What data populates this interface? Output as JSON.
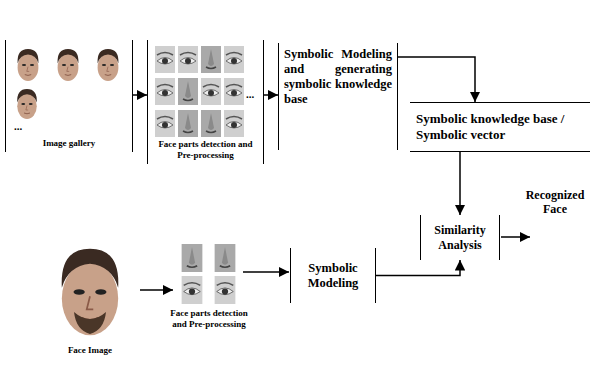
{
  "diagram": {
    "nodes": [
      {
        "text": [
          "Image gallery"
        ]
      },
      {
        "text": [
          "Face parts detection and Pre-processing"
        ]
      },
      {
        "text": [
          "Symbolic Modeling and generating symbolic knowledge base"
        ]
      },
      {
        "text": [
          "Symbolic knowledge base / Symbolic vector"
        ]
      },
      {
        "text": [
          "Similarity Analysis"
        ]
      },
      {
        "text": [
          "Symbolic Modeling"
        ]
      }
    ],
    "edges": [
      {
        "from": 0,
        "to": 1,
        "arrow": "to"
      },
      {
        "from": 1,
        "to": 2,
        "arrow": "to"
      },
      {
        "from": 2,
        "to": 3,
        "arrow": "to"
      },
      {
        "from": 3,
        "to": 4,
        "arrow": "to"
      },
      {
        "from": 5,
        "to": 4,
        "arrow": "to"
      }
    ],
    "labels": [
      "...",
      "...",
      "Recognized Face",
      "Face Image",
      "Face parts detection and Pre-processing"
    ]
  }
}
